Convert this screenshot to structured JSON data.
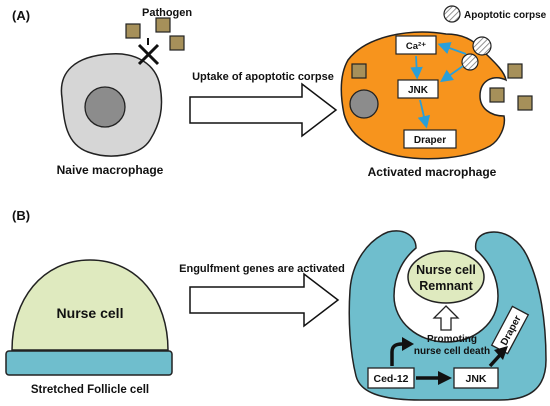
{
  "panel_a": {
    "label": "(A)",
    "pathogen_label": "Pathogen",
    "apoptotic_corpse_label": "Apoptotic corpse",
    "process_label": "Uptake of apoptotic corpse",
    "naive_caption": "Naive macrophage",
    "activated_caption": "Activated macrophage",
    "signal_ca": "Ca²⁺",
    "signal_jnk": "JNK",
    "signal_draper": "Draper"
  },
  "panel_b": {
    "label": "(B)",
    "process_label": "Engulfment genes are activated",
    "nurse_cell_label": "Nurse cell",
    "follicle_caption": "Stretched Follicle cell",
    "remnant_line1": "Nurse cell",
    "remnant_line2": "Remnant",
    "promoting_line1": "Promoting",
    "promoting_line2": "nurse cell death",
    "ced12": "Ced-12",
    "jnk": "JNK",
    "draper": "Draper"
  },
  "colors": {
    "naive_cell": "#d6d6d6",
    "nucleus": "#8c8c8c",
    "activated_cell": "#f7941d",
    "pathogen": "#a6905a",
    "follicle_cell": "#6fbecd",
    "nurse_cell": "#dfeabf"
  }
}
